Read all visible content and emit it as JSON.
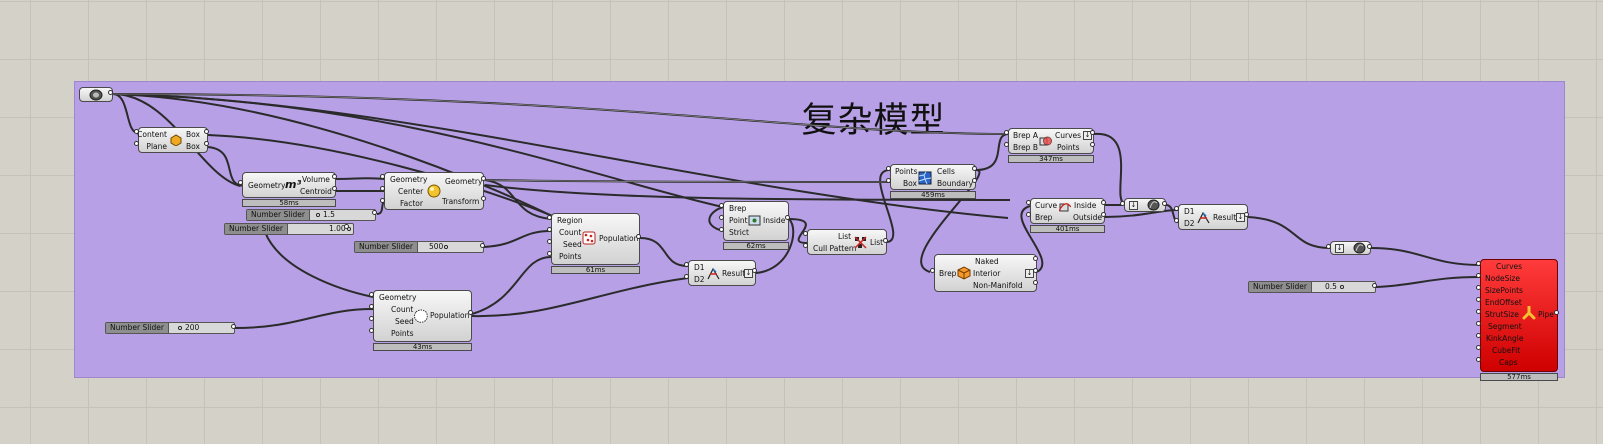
{
  "group_title": "复杂模型",
  "sliders": {
    "s1": {
      "label": "Number Slider",
      "value": "1.5"
    },
    "s2": {
      "label": "Number Slider",
      "value": "1.00"
    },
    "s3": {
      "label": "Number Slider",
      "value": "500"
    },
    "s4": {
      "label": "Number Slider",
      "value": "200"
    },
    "s5": {
      "label": "Number Slider",
      "value": "0.5"
    }
  },
  "box": {
    "in": [
      "Content",
      "Plane"
    ],
    "out": [
      "Box",
      "Box"
    ]
  },
  "area": {
    "in": [
      "Geometry"
    ],
    "out": [
      "Volume",
      "Centroid"
    ],
    "time": "58ms"
  },
  "scale": {
    "in": [
      "Geometry",
      "Center",
      "Factor"
    ],
    "out": [
      "Geometry",
      "Transform"
    ]
  },
  "pop1": {
    "in": [
      "Region",
      "Count",
      "Seed",
      "Points"
    ],
    "out": [
      "Population"
    ],
    "time": "61ms"
  },
  "pop2": {
    "in": [
      "Geometry",
      "Count",
      "Seed",
      "Points"
    ],
    "out": [
      "Population"
    ],
    "time": "43ms"
  },
  "inside": {
    "in": [
      "Brep",
      "Point",
      "Strict"
    ],
    "out": [
      "Inside"
    ],
    "time": "62ms"
  },
  "eq": {
    "in": [
      "D1",
      "D2"
    ],
    "out": [
      "Result"
    ]
  },
  "cull": {
    "in": [
      "List",
      "Cull Pattern"
    ],
    "out": [
      "List"
    ]
  },
  "voronoi": {
    "in": [
      "Points",
      "Box"
    ],
    "out": [
      "Cells",
      "Boundary"
    ],
    "time": "459ms"
  },
  "brepedges": {
    "in": [
      "Brep"
    ],
    "out": [
      "Naked",
      "Interior",
      "Non-Manifold"
    ]
  },
  "brepbrep": {
    "in": [
      "Brep A",
      "Brep B"
    ],
    "out": [
      "Curves",
      "Points"
    ],
    "time": "347ms"
  },
  "curvebrep": {
    "in": [
      "Curve",
      "Brep"
    ],
    "out": [
      "Inside",
      "Outside"
    ],
    "time": "401ms"
  },
  "eq2": {
    "in": [
      "D1",
      "D2"
    ],
    "out": [
      "Result"
    ]
  },
  "pipe": {
    "in": [
      "Curves",
      "NodeSize",
      "SizePoints",
      "EndOffset",
      "StrutSize",
      "Segment",
      "KinkAngle",
      "CubeFit",
      "Caps"
    ],
    "out": [
      "Pipe"
    ],
    "time": "577ms"
  }
}
